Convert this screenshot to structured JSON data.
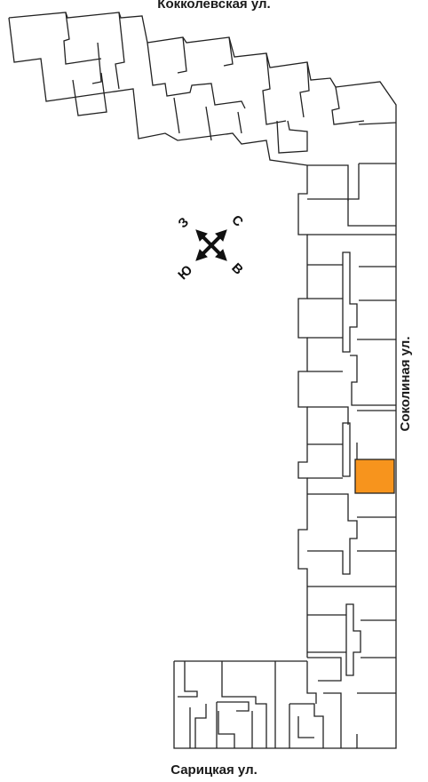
{
  "streets": {
    "top": "Кокколевская ул.",
    "right": "Соколиная ул.",
    "bottom": "Сарицкая ул."
  },
  "compass": {
    "north": "С",
    "east": "В",
    "south": "Ю",
    "west": "З"
  },
  "colors": {
    "highlight": "#F7941D",
    "walls": "#222222",
    "background": "#FFFFFF"
  }
}
